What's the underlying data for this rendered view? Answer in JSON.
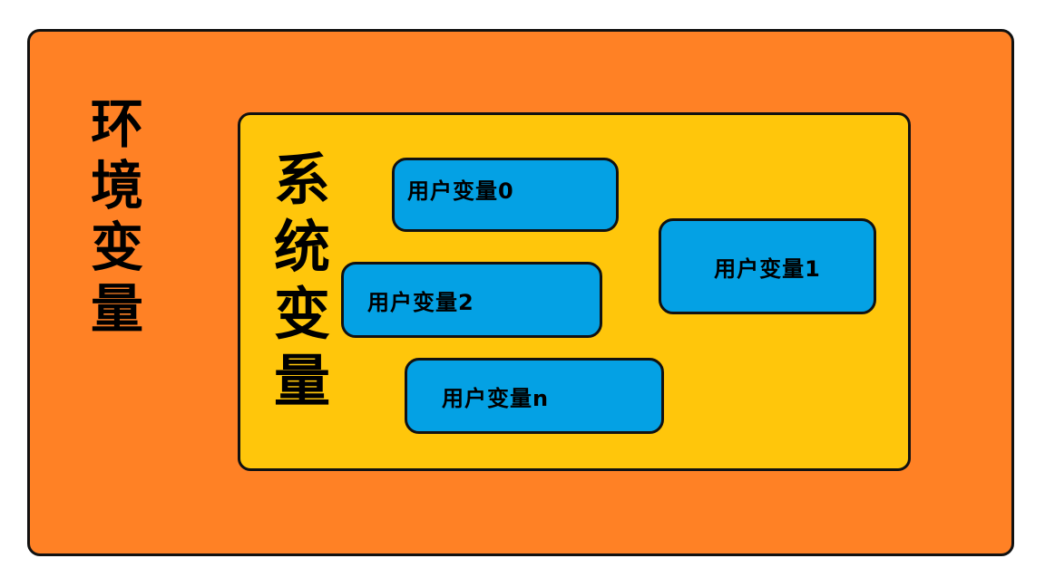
{
  "colors": {
    "outer_fill": "#ff8125",
    "inner_fill": "#ffc60b",
    "user_fill": "#04a1e4",
    "border": "#111111"
  },
  "diagram": {
    "outer": {
      "label_chars": [
        "环",
        "境",
        "变",
        "量"
      ]
    },
    "inner": {
      "label_chars": [
        "系",
        "统",
        "变",
        "量"
      ]
    },
    "users": [
      {
        "label": "用户变量0"
      },
      {
        "label": "用户变量1"
      },
      {
        "label": "用户变量2"
      },
      {
        "label": "用户变量n"
      }
    ]
  }
}
